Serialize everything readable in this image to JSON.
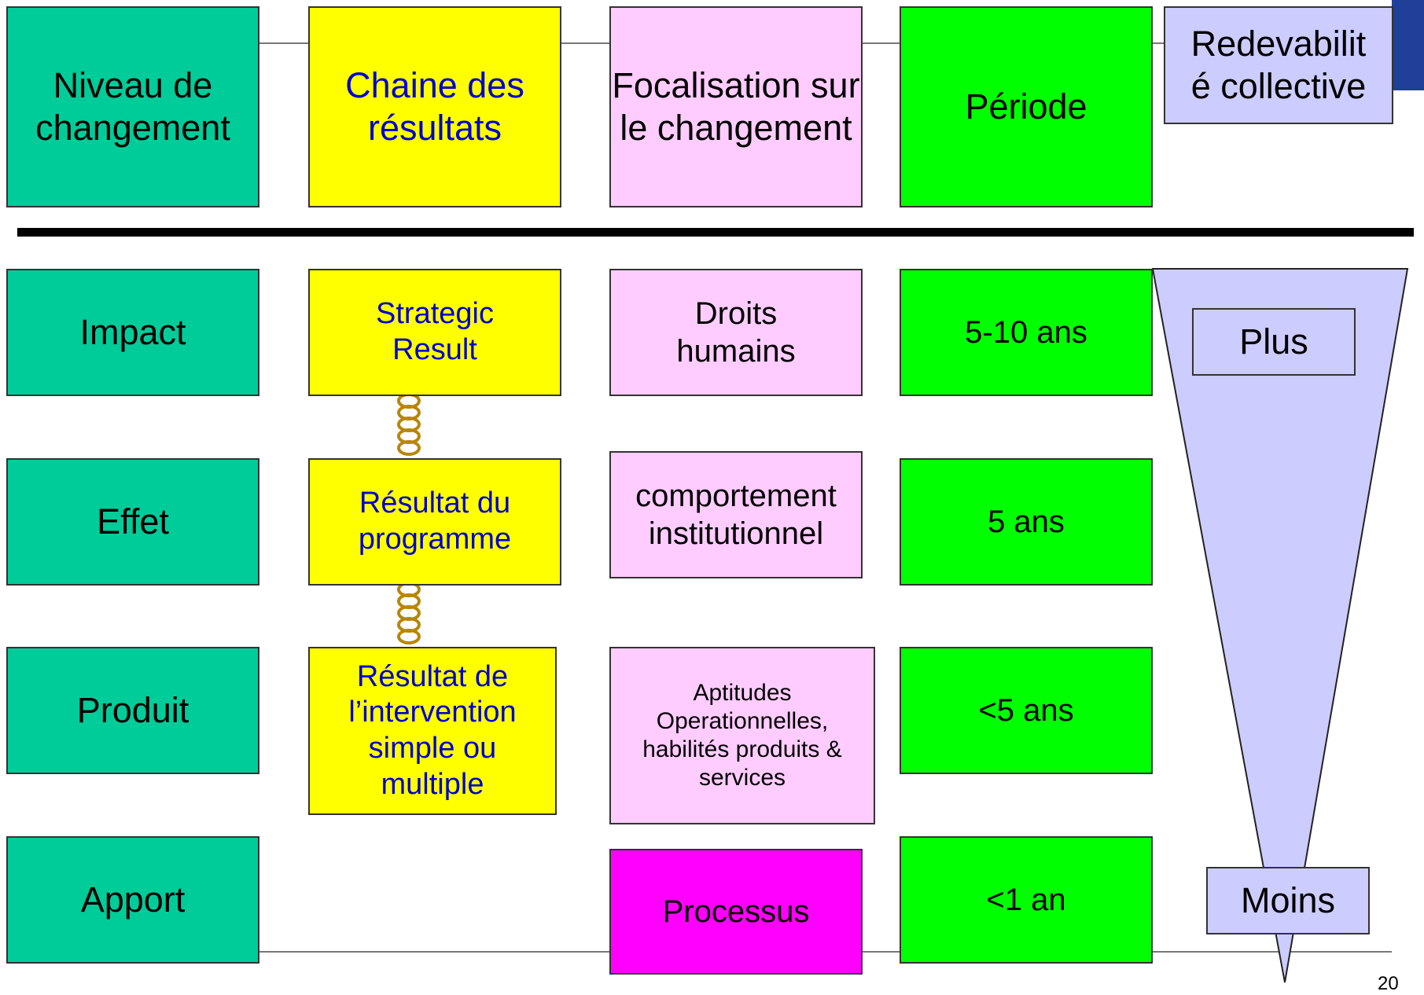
{
  "header": {
    "niveau": "Niveau de changement",
    "chaine": "Chaine des résultats",
    "focalisation": "Focalisation sur le changement",
    "periode": "Période",
    "redevabilite": "Redevabilit é collective"
  },
  "rows": [
    {
      "niveau": "Impact",
      "chaine": "Strategic Result",
      "focalisation": "Droits humains",
      "periode": "5-10 ans"
    },
    {
      "niveau": "Effet",
      "chaine": "Résultat du programme",
      "focalisation": "comportement institutionnel",
      "periode": "5 ans"
    },
    {
      "niveau": "Produit",
      "chaine": "Résultat de l’intervention simple ou multiple",
      "focalisation": "Aptitudes Operationnelles, habilités  produits & services",
      "periode": "<5 ans"
    },
    {
      "niveau": "Apport",
      "focalisation": "Processus",
      "periode": "<1 an"
    }
  ],
  "funnel": {
    "top_label": "Plus",
    "bottom_label": "Moins"
  },
  "page_number": "20",
  "colors": {
    "teal": "#00cc99",
    "yellow": "#ffff00",
    "pink": "#ffccff",
    "magenta": "#ff00ff",
    "green": "#00ff00",
    "lavender": "#ccccff"
  }
}
